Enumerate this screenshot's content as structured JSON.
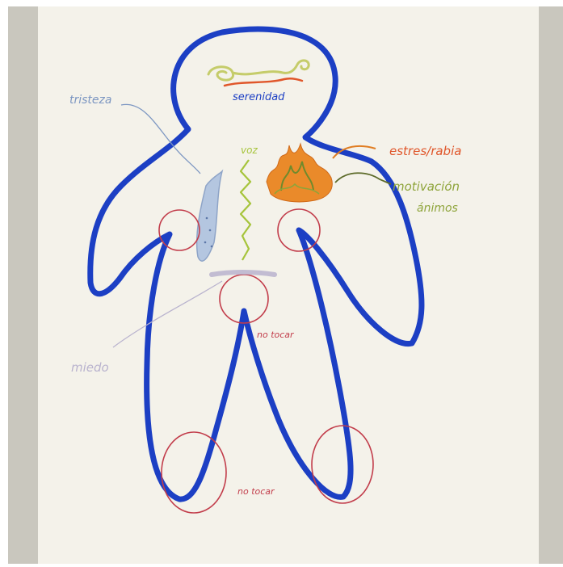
{
  "labels": {
    "serenidad": "serenidad",
    "tristeza": "tristeza",
    "voz": "voz",
    "estres": "estres/rabia",
    "motivacion_1": "motivación",
    "motivacion_2": "ánimos",
    "miedo": "miedo",
    "no_tocar_center": "no tocar",
    "no_tocar_feet": "no tocar"
  },
  "colors": {
    "outline": "#1c3fc4",
    "serenidad_swirl": "#c5cc6a",
    "serenidad_line": "#e0562a",
    "tristeza": "#7d97c2",
    "voz": "#a6c43b",
    "estres": "#e07d22",
    "motivacion": "#8ea43a",
    "miedo": "#b9b3ce",
    "no_tocar": "#c23d4b"
  },
  "icons": {
    "serenidad": "swirl-icon",
    "tristeza": "teardrop-icon",
    "voz": "zigzag-icon",
    "estres": "flame-icon"
  }
}
